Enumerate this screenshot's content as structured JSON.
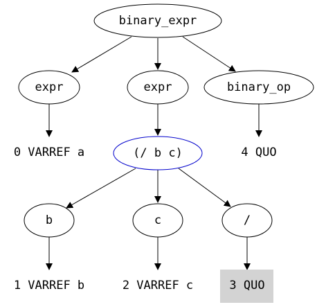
{
  "colors": {
    "background": "#ffffff",
    "stroke": "#000000",
    "highlight_stroke": "#0000cc",
    "token_box_fill": "#d3d3d3"
  },
  "nodes": {
    "root": "binary_expr",
    "expr_left": "expr",
    "expr_mid": "expr",
    "binary_op": "binary_op",
    "token_varref_a": "0 VARREF a",
    "paren_expr": "(/ b c)",
    "token_quo_4": "4 QUO",
    "b": "b",
    "c": "c",
    "slash": "/",
    "token_varref_b": "1 VARREF b",
    "token_varref_c": "2 VARREF c",
    "token_quo_3": "3 QUO"
  }
}
